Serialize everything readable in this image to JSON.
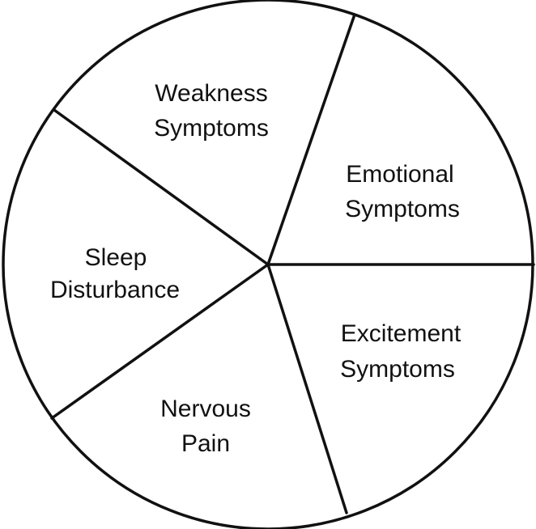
{
  "segments": [
    {
      "id": "weakness",
      "line1": "Weakness",
      "line2": "Symptoms"
    },
    {
      "id": "emotional",
      "line1": "Emotional",
      "line2": "Symptoms"
    },
    {
      "id": "excitement",
      "line1": "Excitement",
      "line2": "Symptoms"
    },
    {
      "id": "nervous",
      "line1": "Nervous",
      "line2": "Pain"
    },
    {
      "id": "sleep",
      "line1": "Sleep",
      "line2": "Disturbance"
    }
  ],
  "colors": {
    "stroke": "#111111",
    "fill": "#ffffff",
    "text": "#111111"
  }
}
